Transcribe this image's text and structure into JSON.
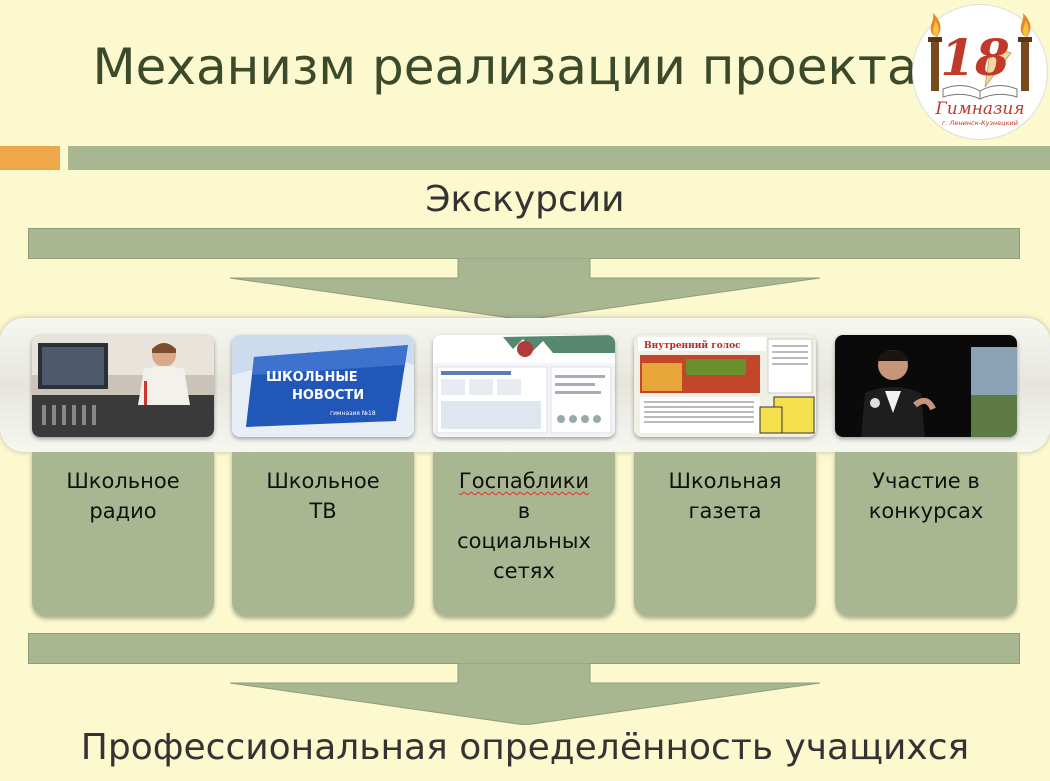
{
  "slide": {
    "title": "Механизм реализации проекта",
    "subtitle": "Экскурсии",
    "bottom": "Профессиональная определённость учащихся",
    "logo": {
      "number": "18",
      "name": "Гимназия",
      "city": "г. Ленинск-Кузнецкий"
    },
    "photos": {
      "tv_text_1": "ШКОЛЬНЫЕ",
      "tv_text_2": "НОВОСТИ",
      "tv_text_3": "гимназия №18",
      "newspaper_title": "Внутренний голос"
    },
    "boxes": [
      {
        "lines": [
          "Школьное",
          "радио"
        ]
      },
      {
        "lines": [
          "Школьное",
          "ТВ"
        ]
      },
      {
        "lines": [
          "Госпаблики",
          "в",
          "социальных",
          "сетях"
        ]
      },
      {
        "lines": [
          "Школьная",
          "газета"
        ]
      },
      {
        "lines": [
          "Участие в",
          "конкурсах"
        ]
      }
    ]
  },
  "colors": {
    "background": "#fcf9cf",
    "accent_orange": "#f0a64b",
    "sage": "#a9b692",
    "title": "#3c4a2c",
    "logo_red": "#c0392b"
  }
}
